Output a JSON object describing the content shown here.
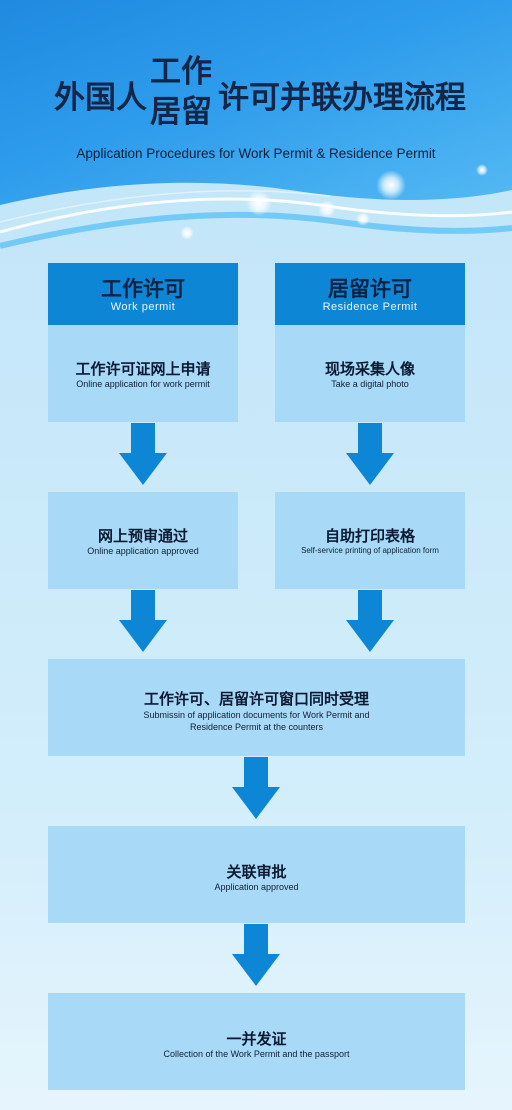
{
  "header": {
    "title_prefix": "外国人",
    "title_stack_top": "工作",
    "title_stack_bottom": "居留",
    "title_suffix": "许可并联办理流程",
    "subtitle": "Application Procedures for Work Permit & Residence Permit"
  },
  "columns": [
    {
      "title_cn": "工作许可",
      "title_en": "Work permit"
    },
    {
      "title_cn": "居留许可",
      "title_en": "Residence Permit"
    }
  ],
  "steps": {
    "work_online_apply": {
      "cn": "工作许可证网上申请",
      "en": "Online application for work permit"
    },
    "residence_photo": {
      "cn": "现场采集人像",
      "en": "Take a digital photo"
    },
    "work_approved": {
      "cn": "网上预审通过",
      "en": "Online application approved"
    },
    "residence_print": {
      "cn": "自助打印表格",
      "en": "Self-service printing of application form"
    },
    "joint_submit": {
      "cn": "工作许可、居留许可窗口同时受理",
      "en_line1": "Submissin of application documents for Work Permit and",
      "en_line2": "Residence Permit at the counters"
    },
    "joint_approved": {
      "cn": "关联审批",
      "en": "Application approved"
    },
    "collection": {
      "cn": "一并发证",
      "en": "Collection of the Work Permit and the passport"
    }
  },
  "colors": {
    "header_blue": "#2e9cec",
    "column_head": "#0e86d6",
    "step_box": "#a8d9f7",
    "arrow": "#0e86d6"
  },
  "icons": [
    "down-arrow-icon"
  ]
}
